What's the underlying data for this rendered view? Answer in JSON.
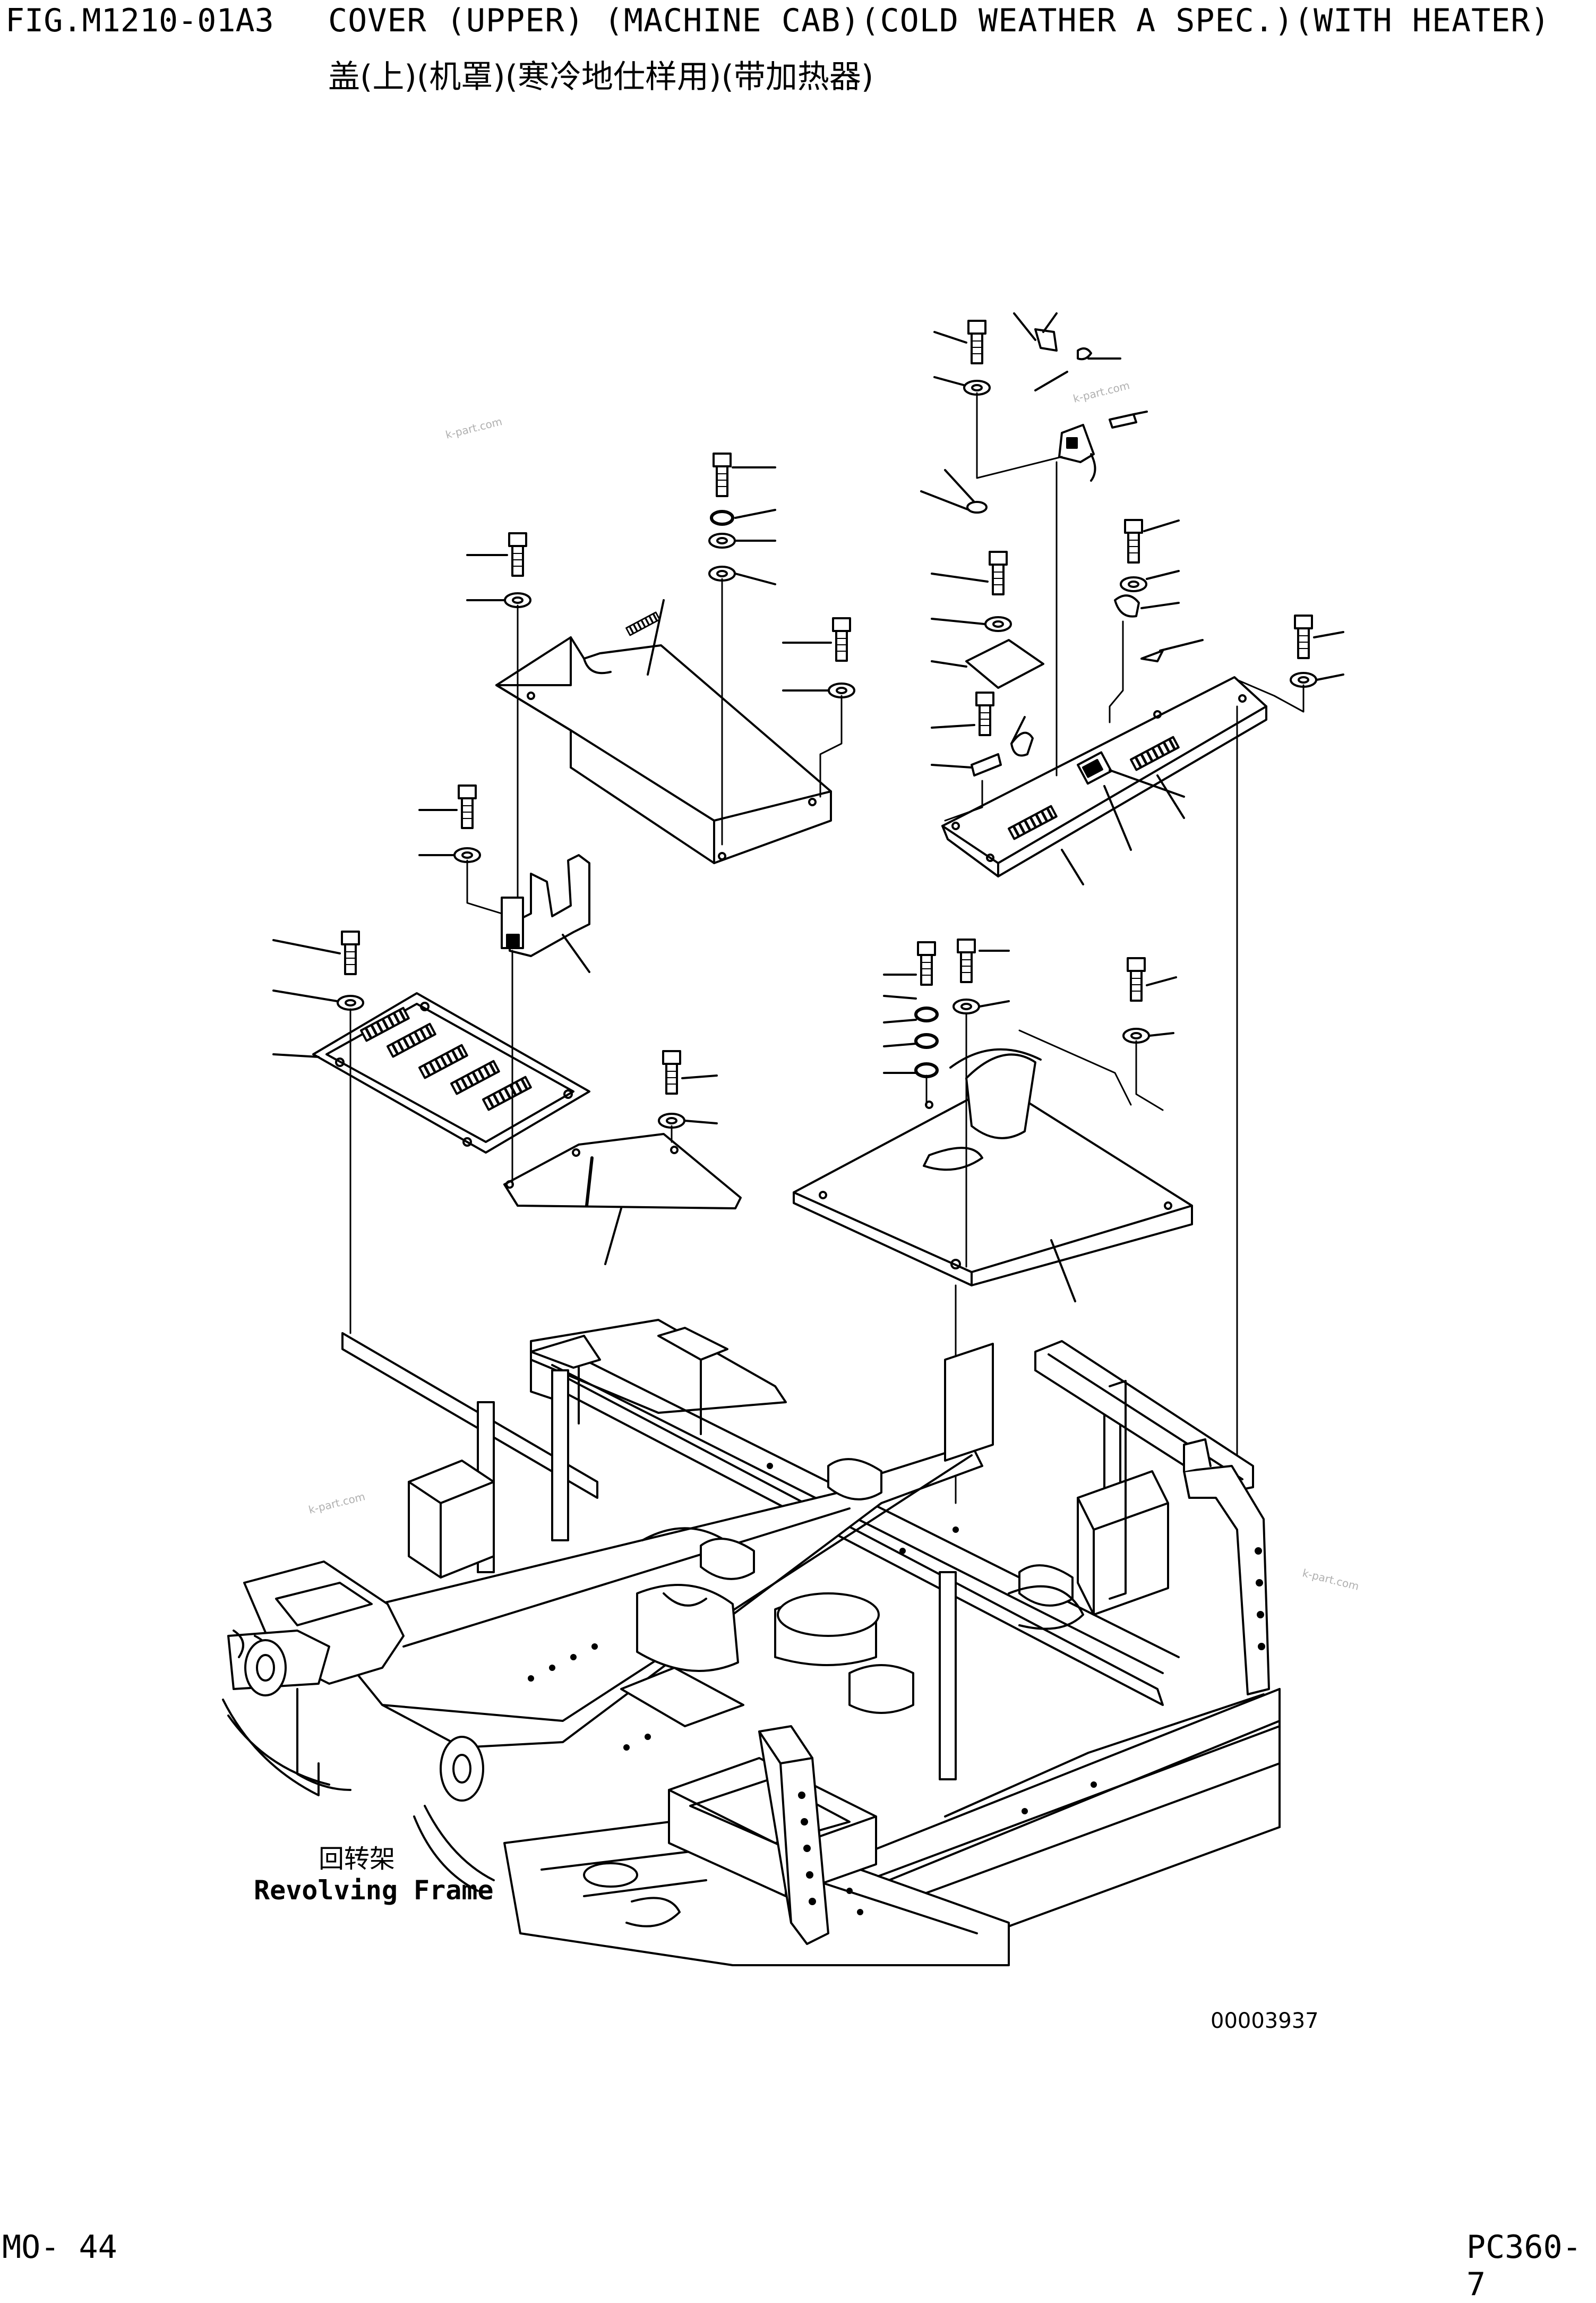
{
  "header": {
    "fig_code": "FIG.M1210-01A3",
    "title_en": "COVER (UPPER) (MACHINE CAB)(COLD WEATHER A SPEC.)(WITH HEATER)",
    "title_zh": "盖(上)(机罩)(寒冷地仕样用)(带加热器)"
  },
  "diagram": {
    "frame_label_zh": "回转架",
    "frame_label_en": "Revolving Frame",
    "drawing_number": "00003937",
    "watermark": "k-part.com"
  },
  "footer": {
    "page": "MO-  44",
    "model": "PC360-7"
  }
}
